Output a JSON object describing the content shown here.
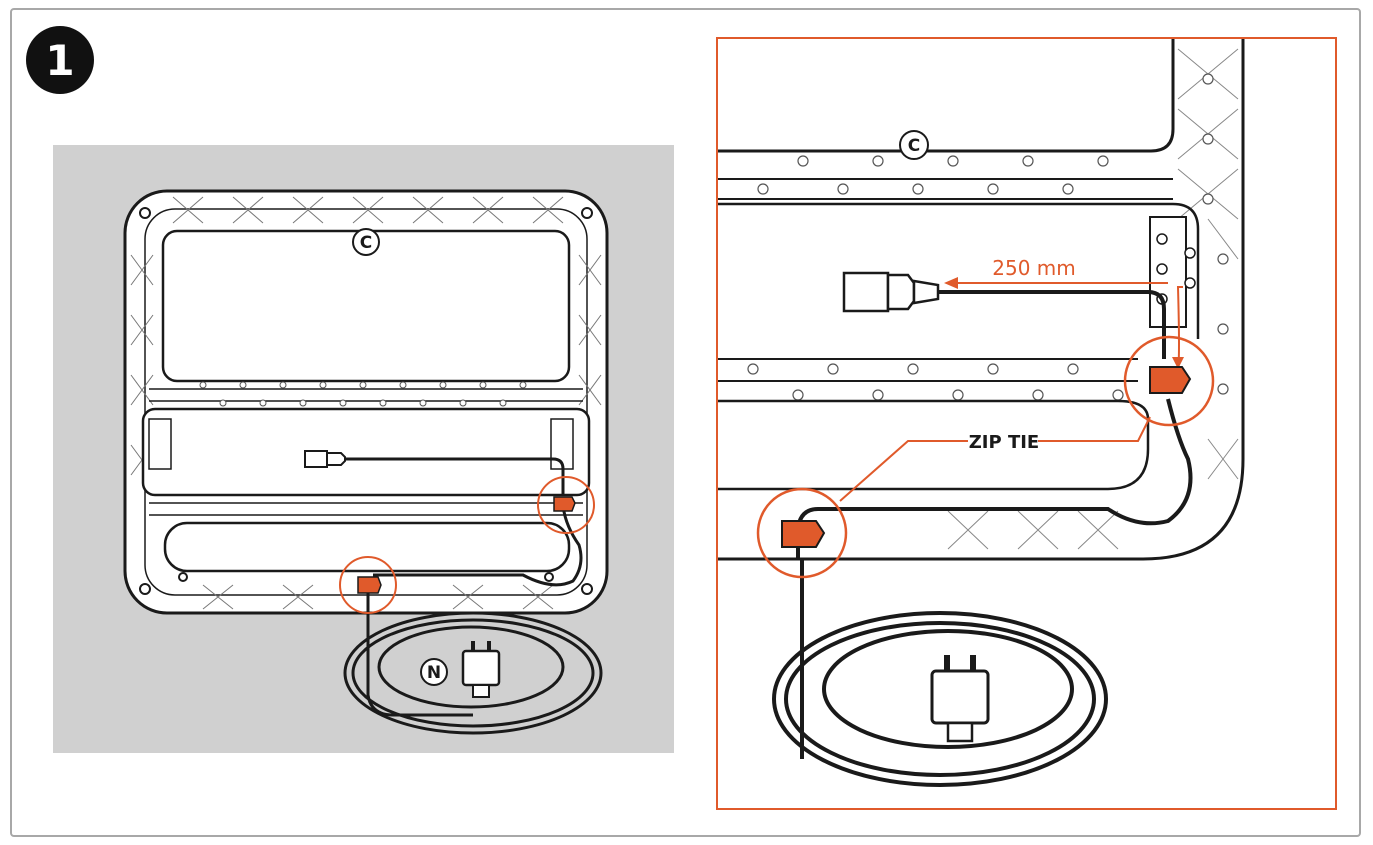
{
  "step": {
    "number": "1"
  },
  "left_view": {
    "frame_label": "C",
    "plug_label": "N"
  },
  "detail_view": {
    "frame_label": "C",
    "dimension_label": "250 mm",
    "zip_tie_label": "ZIP TIE"
  },
  "colors": {
    "accent": "#e05a2b",
    "panel_bg": "#d0d0d0",
    "line": "#1a1a1a",
    "frame_border": "#a8a8a8"
  }
}
